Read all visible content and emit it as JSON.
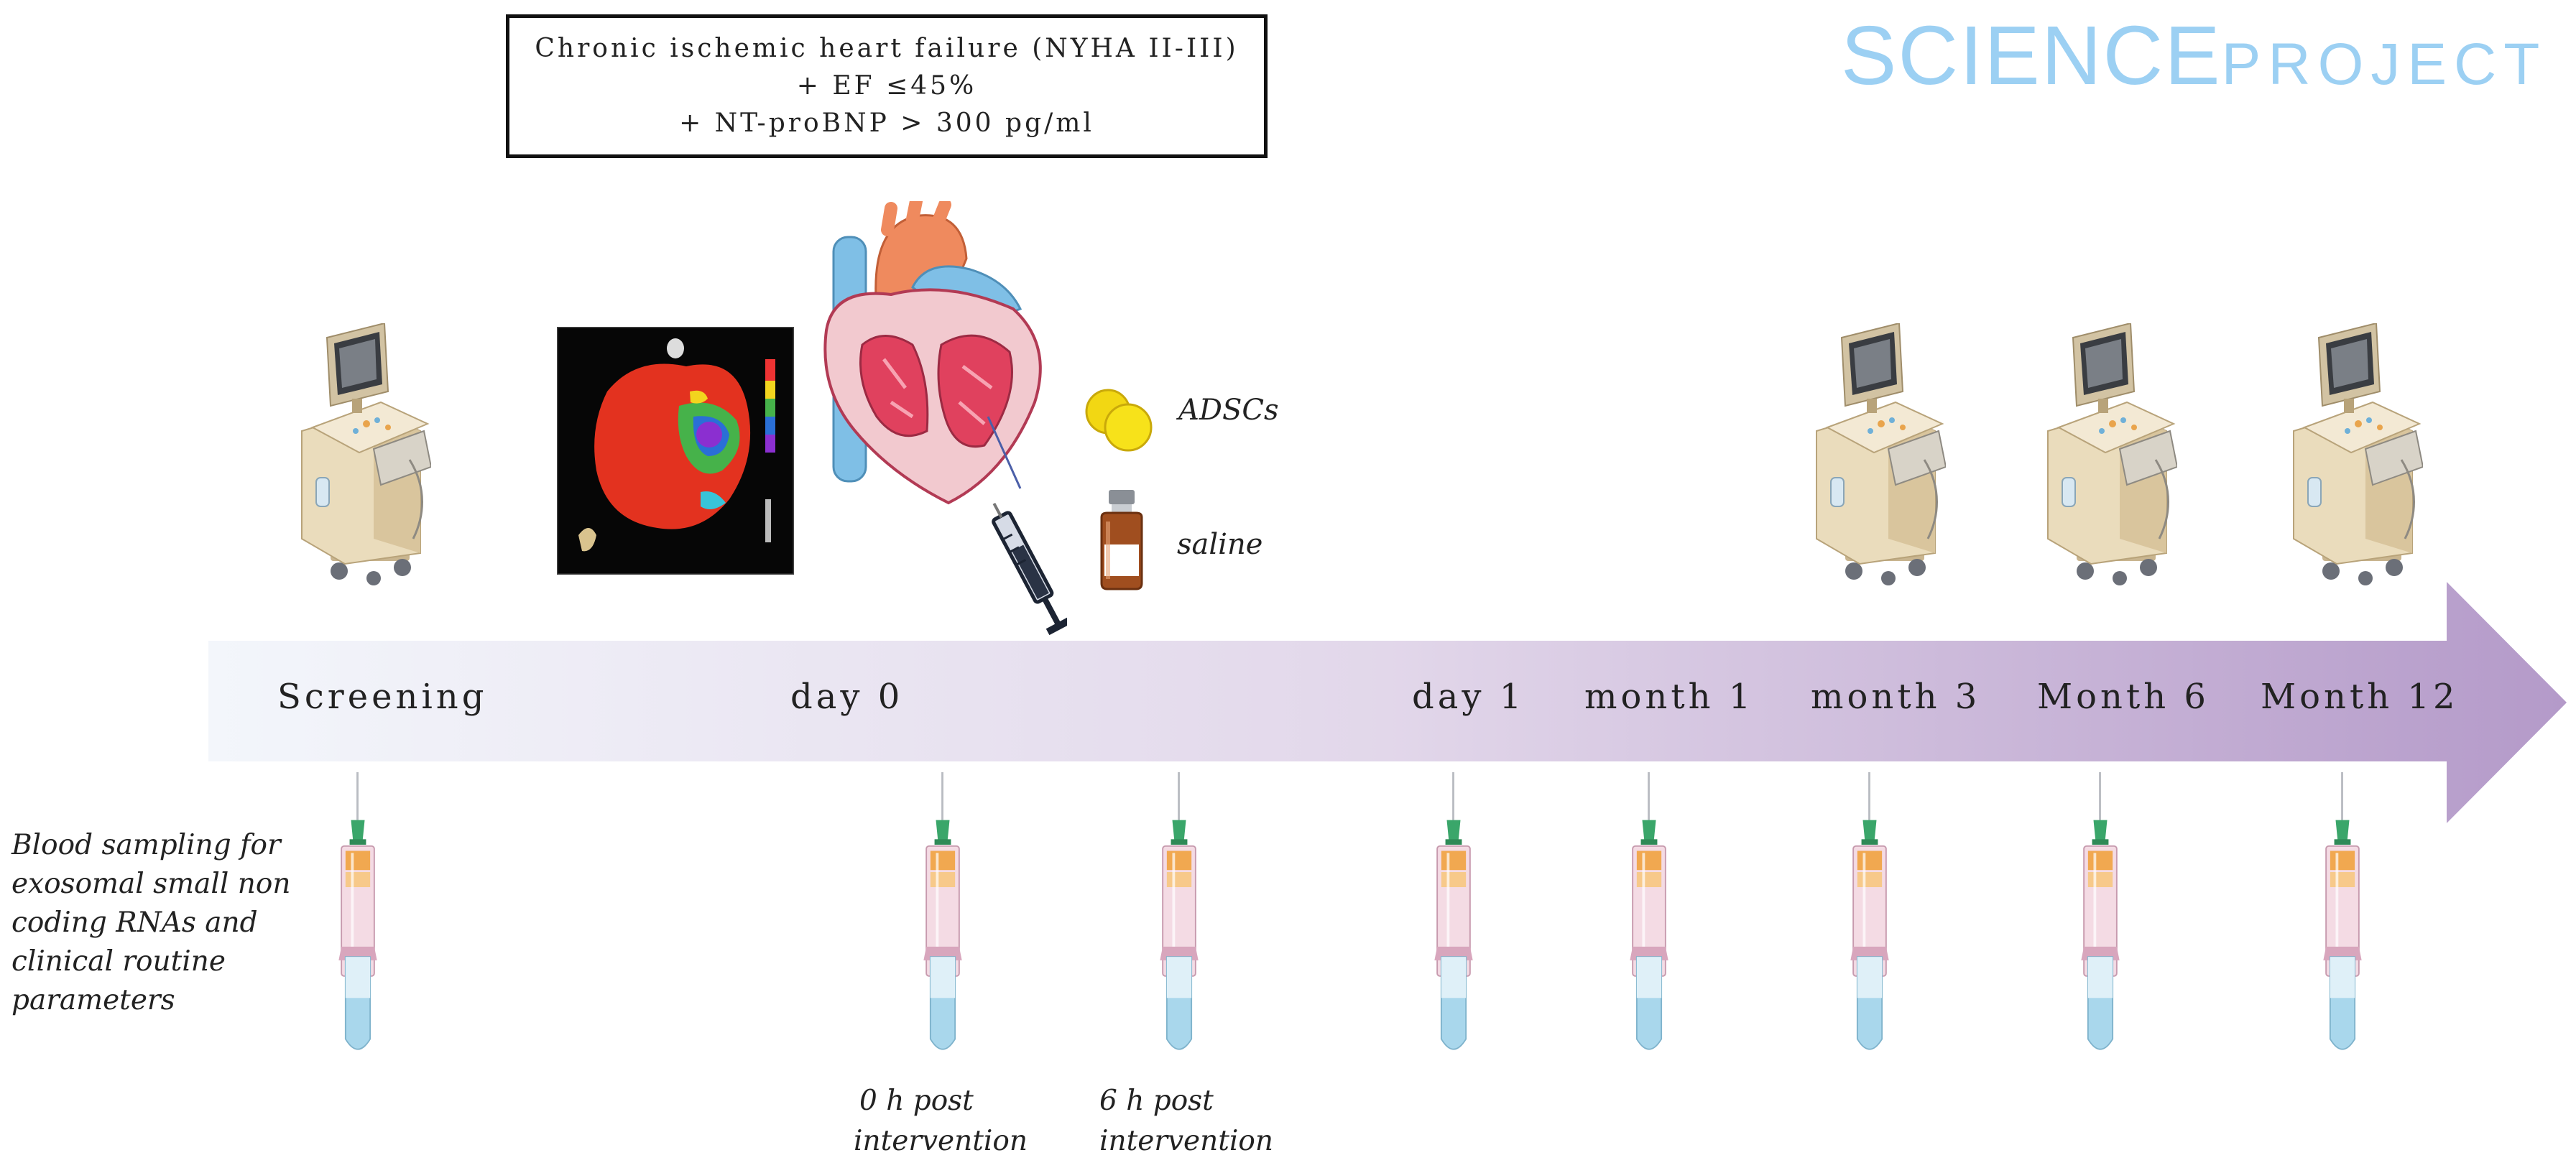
{
  "criteria": {
    "line1": "Chronic ischemic heart failure (NYHA II-III)",
    "line2": "+ EF ≤45%",
    "line3": "+ NT-proBNP > 300 pg/ml"
  },
  "logo": {
    "word1": "SCIENCE",
    "word2": "PROJECT"
  },
  "treatments": {
    "cells": "ADSCs",
    "placebo": "saline"
  },
  "timeline": {
    "screening": "Screening",
    "day0": "day 0",
    "day1": "day 1",
    "month1": "month 1",
    "month3": "month 3",
    "month6": "Month 6",
    "month12": "Month 12"
  },
  "blood_sampling": {
    "line1": "Blood sampling for",
    "line2": "exosomal small non",
    "line3": "coding RNAs and",
    "line4": "clinical routine",
    "line5": "parameters"
  },
  "post_labels": {
    "h0_line1": "0 h post",
    "h0_line2": "intervention",
    "h6_line1": "6 h post",
    "h6_line2": "intervention"
  },
  "colors": {
    "arrow_start": "#f2f5fb",
    "arrow_end": "#b79bcb",
    "logo": "#9cd0f3",
    "heart_red": "#e0415e",
    "vein_blue": "#7fbfe6",
    "echo_beige": "#e9dcc0",
    "adscs_yellow": "#f7e21a"
  },
  "icons": [
    "echocardiography-machine-icon",
    "electroanatomical-map-icon",
    "heart-cross-section-icon",
    "syringe-icon",
    "adscs-cells-icon",
    "saline-vial-icon",
    "blood-tube-icon"
  ]
}
